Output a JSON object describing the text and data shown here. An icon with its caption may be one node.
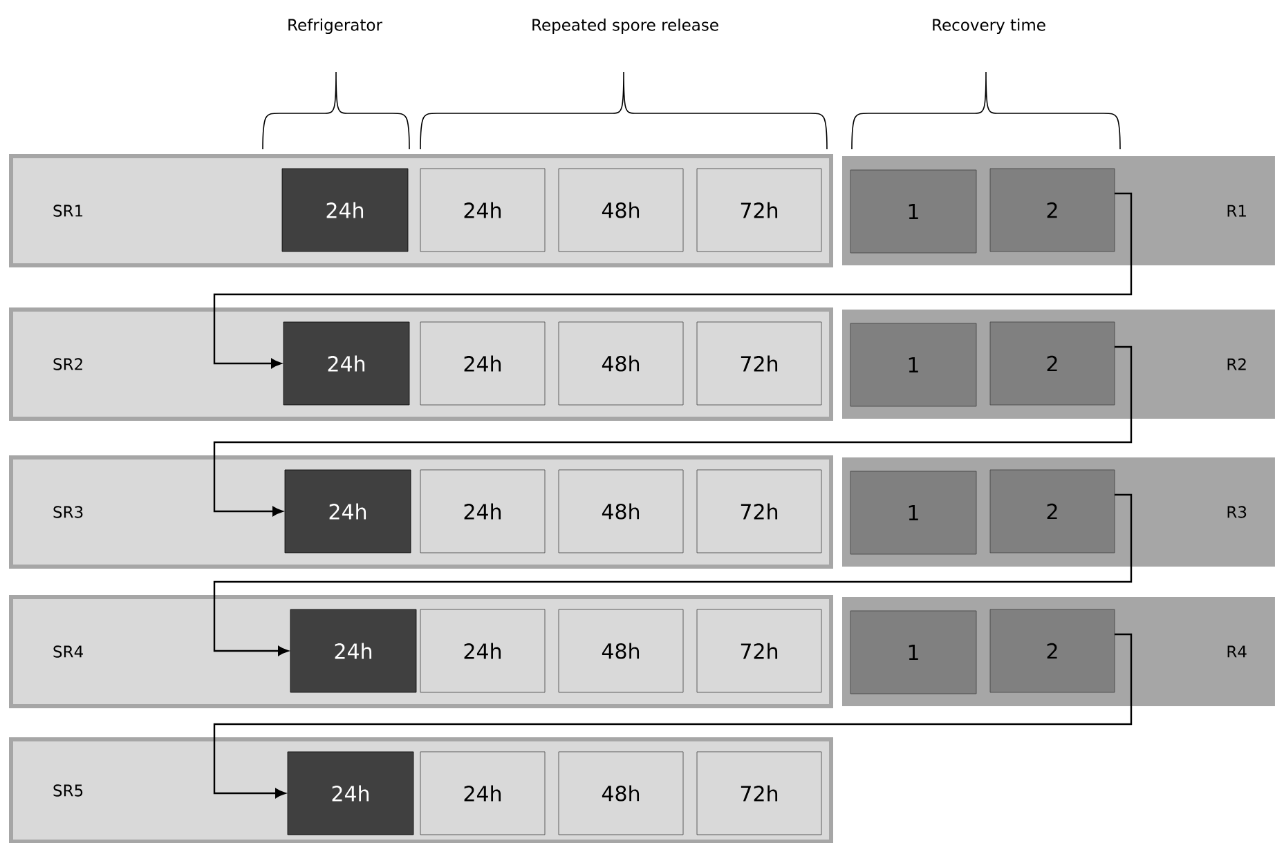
{
  "diagram": {
    "nodes": [
      {
        "text": [
          "SR1"
        ]
      },
      {
        "text": [
          "24h"
        ],
        "in": 0
      },
      {
        "text": [
          "24h"
        ],
        "in": 0
      },
      {
        "text": [
          "48h"
        ],
        "in": 0
      },
      {
        "text": [
          "72h"
        ],
        "in": 0
      },
      {
        "text": [
          "R1"
        ]
      },
      {
        "text": [
          "1"
        ],
        "in": 5
      },
      {
        "text": [
          "2"
        ],
        "in": 5
      },
      {
        "text": [
          "SR2"
        ]
      },
      {
        "text": [
          "24h"
        ],
        "in": 8
      },
      {
        "text": [
          "24h"
        ],
        "in": 8
      },
      {
        "text": [
          "48h"
        ],
        "in": 8
      },
      {
        "text": [
          "72h"
        ],
        "in": 8
      },
      {
        "text": [
          "R2"
        ]
      },
      {
        "text": [
          "1"
        ],
        "in": 13
      },
      {
        "text": [
          "2"
        ],
        "in": 13
      },
      {
        "text": [
          "SR3"
        ]
      },
      {
        "text": [
          "24h"
        ],
        "in": 16
      },
      {
        "text": [
          "24h"
        ],
        "in": 16
      },
      {
        "text": [
          "48h"
        ],
        "in": 16
      },
      {
        "text": [
          "72h"
        ],
        "in": 16
      },
      {
        "text": [
          "R3"
        ]
      },
      {
        "text": [
          "1"
        ],
        "in": 21
      },
      {
        "text": [
          "2"
        ],
        "in": 21
      },
      {
        "text": [
          "SR4"
        ]
      },
      {
        "text": [
          "24h"
        ],
        "in": 24
      },
      {
        "text": [
          "24h"
        ],
        "in": 24
      },
      {
        "text": [
          "48h"
        ],
        "in": 24
      },
      {
        "text": [
          "72h"
        ],
        "in": 24
      },
      {
        "text": [
          "R4"
        ]
      },
      {
        "text": [
          "1"
        ],
        "in": 29
      },
      {
        "text": [
          "2"
        ],
        "in": 29
      },
      {
        "text": [
          "SR5"
        ]
      },
      {
        "text": [
          "24h"
        ],
        "in": 32
      },
      {
        "text": [
          "24h"
        ],
        "in": 32
      },
      {
        "text": [
          "48h"
        ],
        "in": 32
      },
      {
        "text": [
          "72h"
        ],
        "in": 32
      }
    ],
    "edges": [
      {
        "from": 7,
        "to": 9,
        "arrow": "to"
      },
      {
        "from": 15,
        "to": 17,
        "arrow": "to"
      },
      {
        "from": 23,
        "to": 25,
        "arrow": "to"
      },
      {
        "from": 31,
        "to": 33,
        "arrow": "to"
      }
    ],
    "labels": [
      "Refrigerator",
      "Repeated spore release",
      "Recovery time"
    ]
  }
}
